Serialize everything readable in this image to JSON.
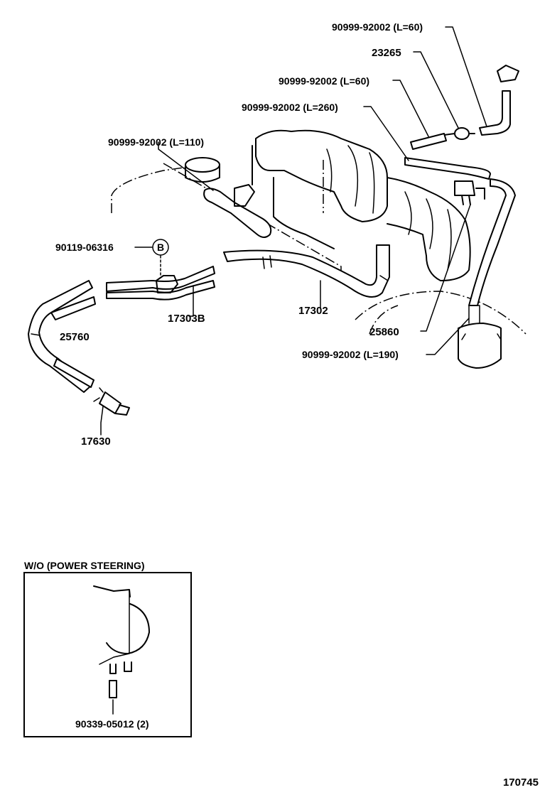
{
  "callouts": {
    "p_90999_60_top": "90999-92002 (L=60)",
    "p_23265": "23265",
    "p_90999_60_mid": "90999-92002 (L=60)",
    "p_90999_260": "90999-92002 (L=260)",
    "p_90999_110": "90999-92002 (L=110)",
    "p_90119": "90119-06316",
    "ref_b": "B",
    "p_17303b": "17303B",
    "p_17302": "17302",
    "p_25760": "25760",
    "p_25860": "25860",
    "p_90999_190": "90999-92002 (L=190)",
    "p_17630": "17630"
  },
  "inset": {
    "title": "W/O (POWER STEERING)",
    "part": "90339-05012 (2)"
  },
  "figure_number": "170745"
}
